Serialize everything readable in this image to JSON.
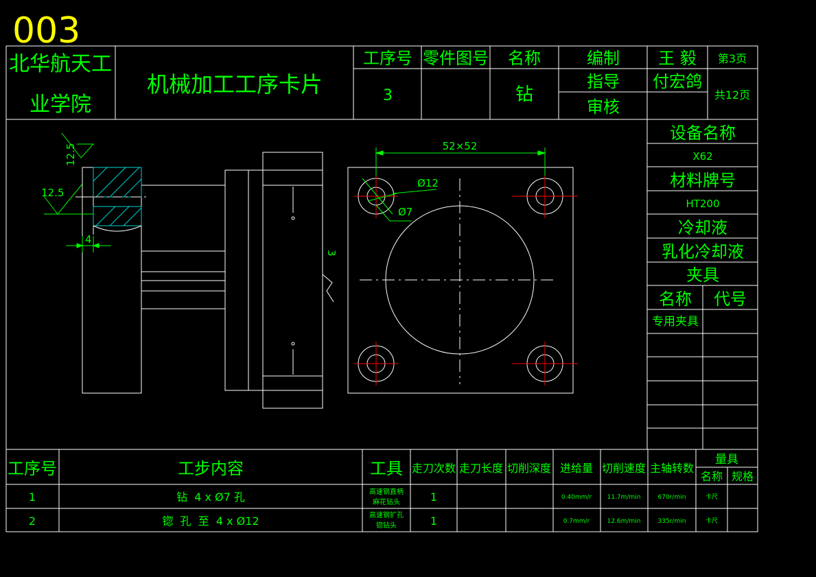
{
  "sheet": {
    "number": "003",
    "school": [
      "北华航天工",
      "业学院"
    ],
    "card_title": "机械加工工序卡片"
  },
  "header": {
    "process_no_label": "工序号",
    "part_drawing_label": "零件图号",
    "name_label": "名称",
    "process_no": "3",
    "part_drawing_no": "",
    "name": "钻",
    "compiled_label": "编制",
    "compiled_by": "王 毅",
    "guided_label": "指导",
    "guided_by": "付宏鸽",
    "review_label": "审核",
    "reviewed_by": "",
    "page": "第3页",
    "total_pages": "共12页"
  },
  "side": {
    "equipment_label": "设备名称",
    "equipment": "X62",
    "material_label": "材料牌号",
    "material": "HT200",
    "coolant_label": "冷却液",
    "coolant": "乳化冷却液",
    "fixture_label": "夹具",
    "fixture_name_label": "名称",
    "fixture_code_label": "代号",
    "fixture_name": "专用夹具",
    "fixture_code": ""
  },
  "drawing": {
    "roughness_top": "12.5",
    "roughness_left": "12.5",
    "dim_width": "4",
    "dim_depth": "3",
    "dim_spacing": "52×52",
    "dim_counterbore": "Ø12",
    "dim_hole": "Ø7"
  },
  "steps": {
    "headers": {
      "step_no": "工序号",
      "content": "工步内容",
      "tool": "工具",
      "passes": "走刀次数",
      "length": "走刀长度",
      "depth": "切削深度",
      "feed": "进给量",
      "speed": "切削速度",
      "spindle": "主轴转数",
      "gauge": "量具",
      "gauge_name": "名称",
      "gauge_spec": "规格"
    },
    "rows": [
      {
        "no": "1",
        "content": "钻  4 x Ø7 孔",
        "tool_1": "高速钢直柄",
        "tool_2": "麻花钻头",
        "passes": "1",
        "length": "",
        "depth": "",
        "feed": "0.40mm/r",
        "speed": "11.7m/min",
        "spindle": "670r/min",
        "gauge_name": "卡尺",
        "gauge_spec": ""
      },
      {
        "no": "2",
        "content": "锪  孔  至  4 x Ø12",
        "tool_1": "高速钢扩孔",
        "tool_2": "锪钻头",
        "passes": "1",
        "length": "",
        "depth": "",
        "feed": "0.7mm/r",
        "speed": "12.6m/min",
        "spindle": "335r/min",
        "gauge_name": "卡尺",
        "gauge_spec": ""
      }
    ]
  }
}
